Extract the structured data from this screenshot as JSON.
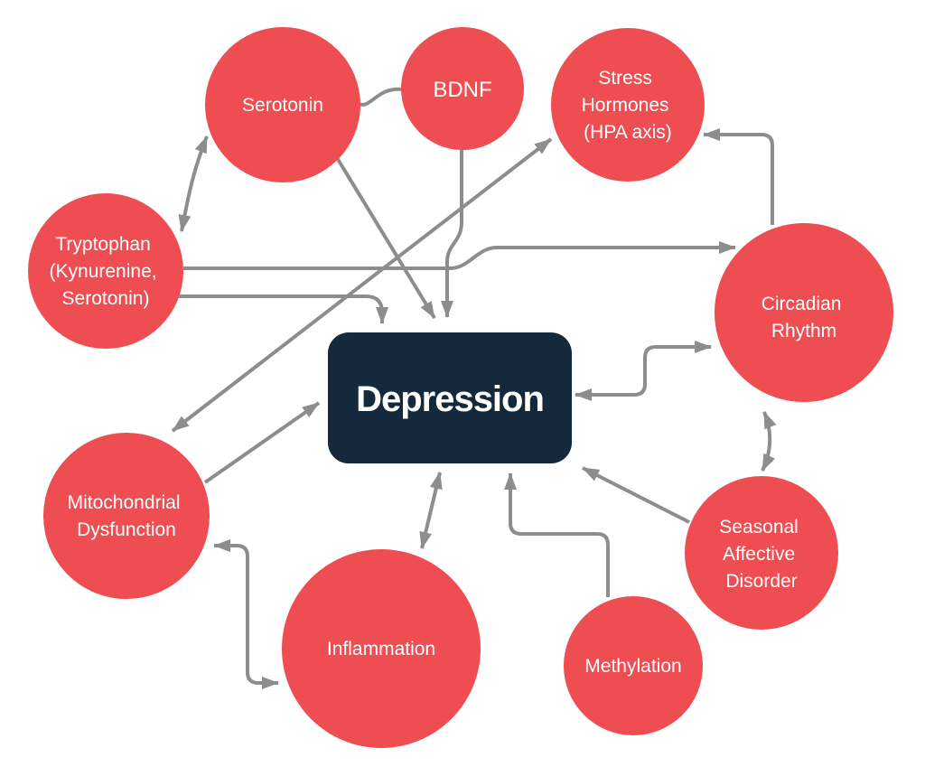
{
  "diagram_title": "Depression factors diagram",
  "colors": {
    "background": "#FFFFFF",
    "node_fill": "#EE4D52",
    "center_fill": "#14293C",
    "edge_stroke": "#8D8D8D",
    "label_text": "#FFFFFF"
  },
  "center": {
    "label": "Depression"
  },
  "nodes": {
    "serotonin": {
      "label": "Serotonin",
      "lines": [
        "Serotonin"
      ]
    },
    "bdnf": {
      "label": "BDNF",
      "lines": [
        "BDNF"
      ]
    },
    "stress_hormones": {
      "label": "Stress Hormones (HPA axis)",
      "lines": [
        "Stress",
        "Hormones",
        "(HPA axis)"
      ]
    },
    "tryptophan": {
      "label": "Tryptophan (Kynurenine, Serotonin)",
      "lines": [
        "Tryptophan",
        "(Kynurenine,",
        "Serotonin)"
      ]
    },
    "circadian_rhythm": {
      "label": "Circadian Rhythm",
      "lines": [
        "Circadian",
        "Rhythm"
      ]
    },
    "mitochondrial_dysfunction": {
      "label": "Mitochondrial Dysfunction",
      "lines": [
        "Mitochondrial",
        "Dysfunction"
      ]
    },
    "inflammation": {
      "label": "Inflammation",
      "lines": [
        "Inflammation"
      ]
    },
    "methylation": {
      "label": "Methylation",
      "lines": [
        "Methylation"
      ]
    },
    "seasonal_affective_disorder": {
      "label": "Seasonal Affective Disorder",
      "lines": [
        "Seasonal",
        "Affective",
        "Disorder"
      ]
    }
  },
  "edges": [
    {
      "from": "Serotonin",
      "to": "BDNF",
      "arrow": "none"
    },
    {
      "from": "Serotonin",
      "to": "Depression",
      "arrow": "end"
    },
    {
      "from": "BDNF",
      "to": "Depression",
      "arrow": "end"
    },
    {
      "from": "Tryptophan (Kynurenine, Serotonin)",
      "to": "Serotonin",
      "arrow": "both"
    },
    {
      "from": "Tryptophan (Kynurenine, Serotonin)",
      "to": "Circadian Rhythm",
      "arrow": "end"
    },
    {
      "from": "Tryptophan (Kynurenine, Serotonin)",
      "to": "Depression",
      "arrow": "end"
    },
    {
      "from": "Stress Hormones (HPA axis)",
      "to": "Mitochondrial Dysfunction",
      "arrow": "both"
    },
    {
      "from": "Mitochondrial Dysfunction",
      "to": "Depression",
      "arrow": "end"
    },
    {
      "from": "Circadian Rhythm",
      "to": "Stress Hormones (HPA axis)",
      "arrow": "end"
    },
    {
      "from": "Depression",
      "to": "Circadian Rhythm",
      "arrow": "both"
    },
    {
      "from": "Circadian Rhythm",
      "to": "Seasonal Affective Disorder",
      "arrow": "both"
    },
    {
      "from": "Seasonal Affective Disorder",
      "to": "Depression",
      "arrow": "end"
    },
    {
      "from": "Methylation",
      "to": "Depression",
      "arrow": "end"
    },
    {
      "from": "Depression",
      "to": "Inflammation",
      "arrow": "both"
    },
    {
      "from": "Mitochondrial Dysfunction",
      "to": "Inflammation",
      "arrow": "both"
    }
  ]
}
